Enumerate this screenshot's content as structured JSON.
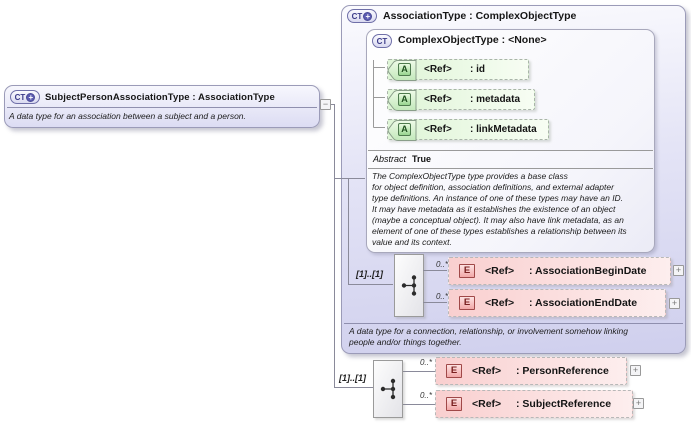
{
  "icons": {
    "complex_type": "CT",
    "attribute": "A",
    "element": "E",
    "plus": "+",
    "collapse": "−",
    "expand": "+"
  },
  "colors": {
    "box_lavender": "#dcdcf4",
    "attribute_green": "#cdeec5",
    "element_pink": "#f9cfcf"
  },
  "left_type": {
    "title": "SubjectPersonAssociationType : AssociationType",
    "annotation": "A data type for an association between a subject and a person."
  },
  "association_type": {
    "title": "AssociationType : ComplexObjectType",
    "annotation": "A data type for a connection, relationship, or involvement somehow linking\npeople and/or things together.",
    "base": {
      "title": "ComplexObjectType : <None>",
      "attributes": [
        {
          "ref": "<Ref>",
          "name": ": id"
        },
        {
          "ref": "<Ref>",
          "name": ": metadata"
        },
        {
          "ref": "<Ref>",
          "name": ": linkMetadata"
        }
      ],
      "abstract_label": "Abstract",
      "abstract_value": "True",
      "description": "The ComplexObjectType type provides a base class\nfor object definition, association definitions, and external adapter\ntype definitions. An instance of one of these types may have an ID.\nIt may have metadata as it establishes the existence of an object\n(maybe a conceptual object). It may also have link metadata, as an\nelement of one of these types establishes a relationship between its\nvalue and its context."
    },
    "sequence": {
      "cardinality": "[1]..[1]",
      "elements": [
        {
          "cardinality": "0..*",
          "ref": "<Ref>",
          "name": ": AssociationBeginDate"
        },
        {
          "cardinality": "0..*",
          "ref": "<Ref>",
          "name": ": AssociationEndDate"
        }
      ]
    }
  },
  "own_sequence": {
    "cardinality": "[1]..[1]",
    "elements": [
      {
        "cardinality": "0..*",
        "ref": "<Ref>",
        "name": ": PersonReference"
      },
      {
        "cardinality": "0..*",
        "ref": "<Ref>",
        "name": ": SubjectReference"
      }
    ]
  }
}
